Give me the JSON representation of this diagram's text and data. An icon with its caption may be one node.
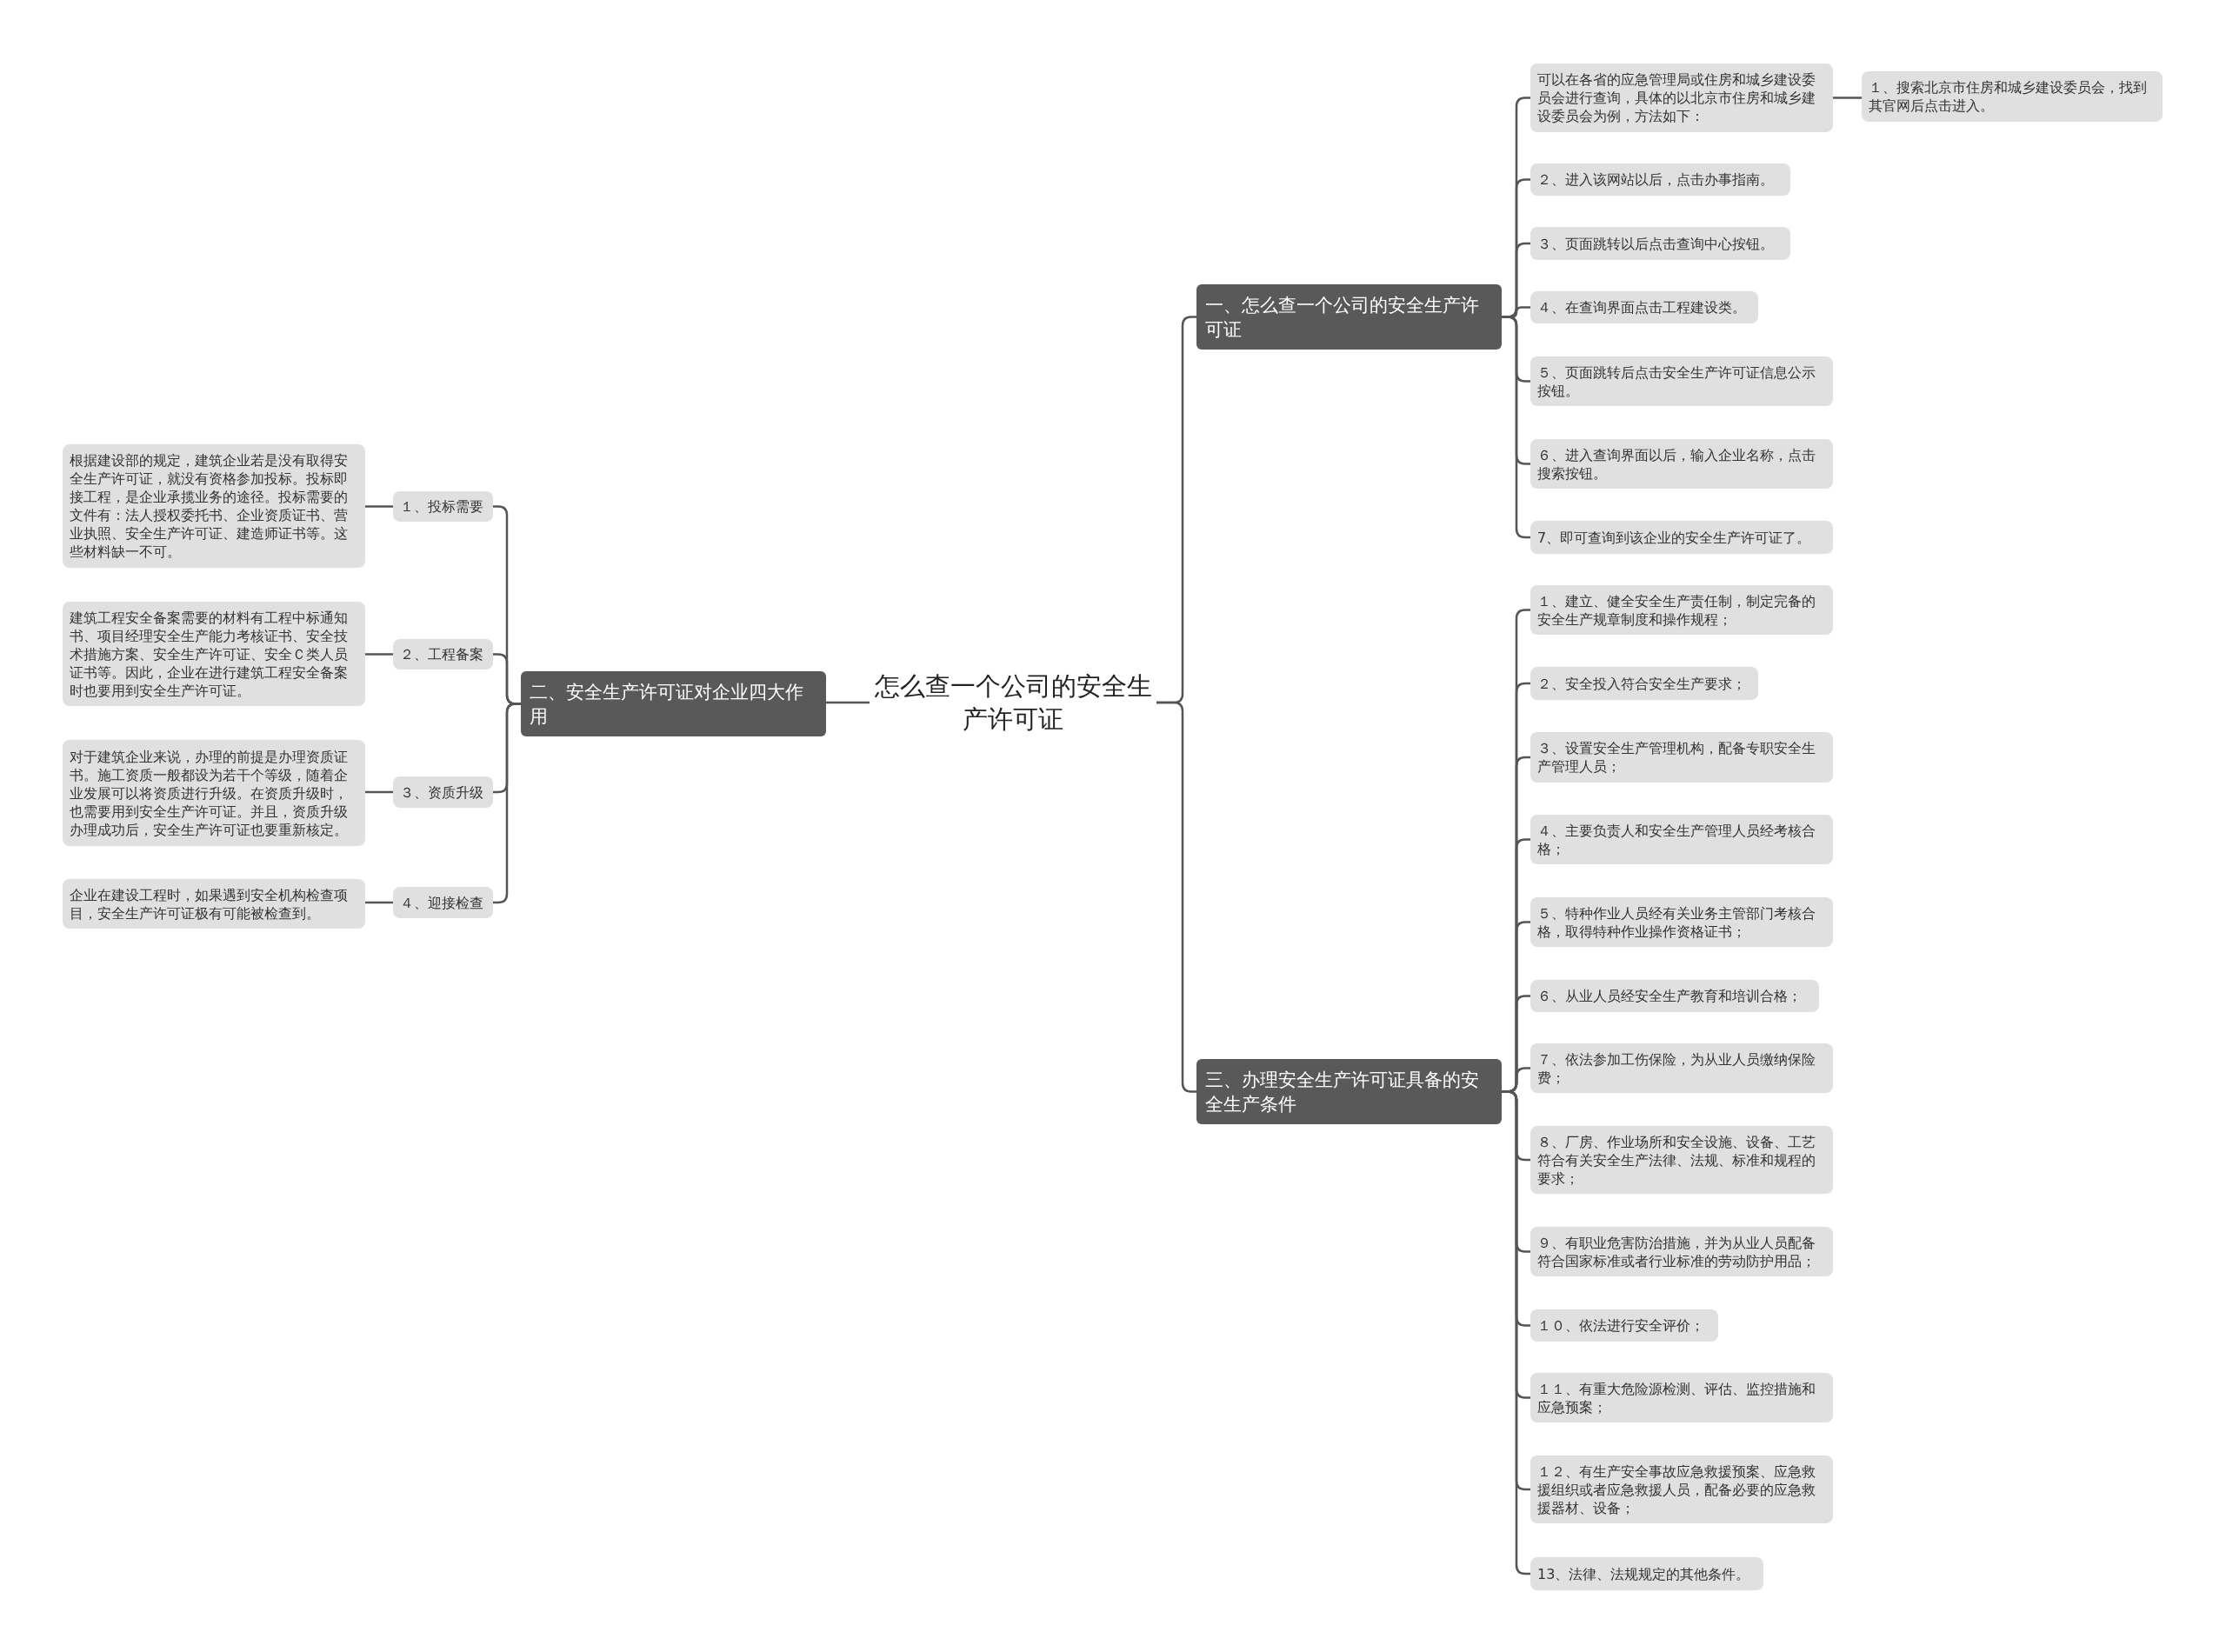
{
  "diagram": {
    "nodes": [
      {
        "text": [
          "怎么查一个公司的安全生产许可证"
        ]
      },
      {
        "text": [
          "一、怎么查一个公司的安全生产许可证"
        ]
      },
      {
        "text": [
          "可以在各省的应急管理局或住房和城乡建设委员会进行查询，具体的以北京市住房和城乡建设委员会为例，方法如下："
        ]
      },
      {
        "text": [
          "１、搜索北京市住房和城乡建设委员会，找到其官网后点击进入。"
        ]
      },
      {
        "text": [
          "２、进入该网站以后，点击办事指南。"
        ]
      },
      {
        "text": [
          "３、页面跳转以后点击查询中心按钮。"
        ]
      },
      {
        "text": [
          "４、在查询界面点击工程建设类。"
        ]
      },
      {
        "text": [
          "５、页面跳转后点击安全生产许可证信息公示按钮。"
        ]
      },
      {
        "text": [
          "６、进入查询界面以后，输入企业名称，点击搜索按钮。"
        ]
      },
      {
        "text": [
          "7、即可查询到该企业的安全生产许可证了。"
        ]
      },
      {
        "text": [
          "二、安全生产许可证对企业四大作用"
        ]
      },
      {
        "text": [
          "１、投标需要"
        ]
      },
      {
        "text": [
          "根据建设部的规定，建筑企业若是没有取得安全生产许可证，就没有资格参加投标。投标即接工程，是企业承揽业务的途径。投标需要的文件有：法人授权委托书、企业资质证书、营业执照、安全生产许可证、建造师证书等。这些材料缺一不可。"
        ]
      },
      {
        "text": [
          "２、工程备案"
        ]
      },
      {
        "text": [
          "建筑工程安全备案需要的材料有工程中标通知书、项目经理安全生产能力考核证书、安全技术措施方案、安全生产许可证、安全Ｃ类人员证书等。因此，企业在进行建筑工程安全备案时也要用到安全生产许可证。"
        ]
      },
      {
        "text": [
          "３、资质升级"
        ]
      },
      {
        "text": [
          "对于建筑企业来说，办理的前提是办理资质证书。施工资质一般都设为若干个等级，随着企业发展可以将资质进行升级。在资质升级时，也需要用到安全生产许可证。并且，资质升级办理成功后，安全生产许可证也要重新核定。"
        ]
      },
      {
        "text": [
          "４、迎接检查"
        ]
      },
      {
        "text": [
          "企业在建设工程时，如果遇到安全机构检查项目，安全生产许可证极有可能被检查到。"
        ]
      },
      {
        "text": [
          "三、办理安全生产许可证具备的安全生产条件"
        ]
      },
      {
        "text": [
          "１、建立、健全安全生产责任制，制定完备的安全生产规章制度和操作规程；"
        ]
      },
      {
        "text": [
          "２、安全投入符合安全生产要求；"
        ]
      },
      {
        "text": [
          "３、设置安全生产管理机构，配备专职安全生产管理人员；"
        ]
      },
      {
        "text": [
          "４、主要负责人和安全生产管理人员经考核合格；"
        ]
      },
      {
        "text": [
          "５、特种作业人员经有关业务主管部门考核合格，取得特种作业操作资格证书；"
        ]
      },
      {
        "text": [
          "６、从业人员经安全生产教育和培训合格；"
        ]
      },
      {
        "text": [
          "７、依法参加工伤保险，为从业人员缴纳保险费；"
        ]
      },
      {
        "text": [
          "８、厂房、作业场所和安全设施、设备、工艺符合有关安全生产法律、法规、标准和规程的要求；"
        ]
      },
      {
        "text": [
          "９、有职业危害防治措施，并为从业人员配备符合国家标准或者行业标准的劳动防护用品；"
        ]
      },
      {
        "text": [
          "１０、依法进行安全评价；"
        ]
      },
      {
        "text": [
          "１１、有重大危险源检测、评估、监控措施和应急预案；"
        ]
      },
      {
        "text": [
          "１２、有生产安全事故应急救援预案、应急救援组织或者应急救援人员，配备必要的应急救援器材、设备；"
        ]
      },
      {
        "text": [
          "13、法律、法规规定的其他条件。"
        ]
      }
    ],
    "edges": [
      {
        "from": 0,
        "to": 1,
        "arrow": "none"
      },
      {
        "from": 1,
        "to": 2,
        "arrow": "none"
      },
      {
        "from": 2,
        "to": 3,
        "arrow": "none"
      },
      {
        "from": 1,
        "to": 4,
        "arrow": "none"
      },
      {
        "from": 1,
        "to": 5,
        "arrow": "none"
      },
      {
        "from": 1,
        "to": 6,
        "arrow": "none"
      },
      {
        "from": 1,
        "to": 7,
        "arrow": "none"
      },
      {
        "from": 1,
        "to": 8,
        "arrow": "none"
      },
      {
        "from": 1,
        "to": 9,
        "arrow": "none"
      },
      {
        "from": 0,
        "to": 10,
        "arrow": "none"
      },
      {
        "from": 10,
        "to": 11,
        "arrow": "none"
      },
      {
        "from": 11,
        "to": 12,
        "arrow": "none"
      },
      {
        "from": 10,
        "to": 13,
        "arrow": "none"
      },
      {
        "from": 13,
        "to": 14,
        "arrow": "none"
      },
      {
        "from": 10,
        "to": 15,
        "arrow": "none"
      },
      {
        "from": 15,
        "to": 16,
        "arrow": "none"
      },
      {
        "from": 10,
        "to": 17,
        "arrow": "none"
      },
      {
        "from": 17,
        "to": 18,
        "arrow": "none"
      },
      {
        "from": 0,
        "to": 19,
        "arrow": "none"
      },
      {
        "from": 19,
        "to": 20,
        "arrow": "none"
      },
      {
        "from": 19,
        "to": 21,
        "arrow": "none"
      },
      {
        "from": 19,
        "to": 22,
        "arrow": "none"
      },
      {
        "from": 19,
        "to": 23,
        "arrow": "none"
      },
      {
        "from": 19,
        "to": 24,
        "arrow": "none"
      },
      {
        "from": 19,
        "to": 25,
        "arrow": "none"
      },
      {
        "from": 19,
        "to": 26,
        "arrow": "none"
      },
      {
        "from": 19,
        "to": 27,
        "arrow": "none"
      },
      {
        "from": 19,
        "to": 28,
        "arrow": "none"
      },
      {
        "from": 19,
        "to": 29,
        "arrow": "none"
      },
      {
        "from": 19,
        "to": 30,
        "arrow": "none"
      },
      {
        "from": 19,
        "to": 31,
        "arrow": "none"
      },
      {
        "from": 19,
        "to": 32,
        "arrow": "none"
      }
    ]
  }
}
